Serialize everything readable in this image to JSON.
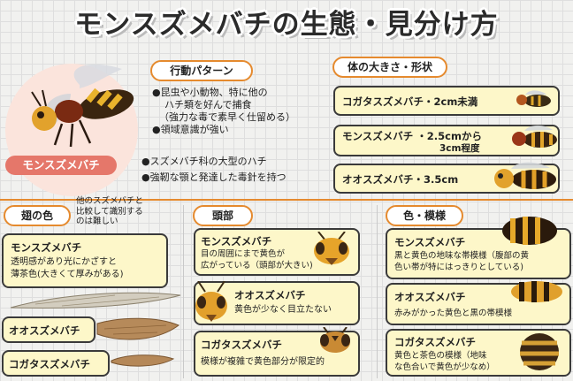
{
  "title": "モンスズメバチの生態・見分け方",
  "hero": {
    "badge": "モンスズメバチ"
  },
  "behavior": {
    "heading": "行動パターン",
    "lines": [
      "●昆虫や小動物、特に他の",
      "ハチ類を好んで捕食",
      "（強力な毒で素早く仕留める）",
      "●領域意識が強い"
    ],
    "traits": [
      "●スズメバチ科の大型のハチ",
      "●強靭な顎と発達した毒針を持つ"
    ]
  },
  "size": {
    "heading": "体の大きさ・形状",
    "rows": [
      "コガタスズメバチ・2cm未満",
      "モンスズメバチ ・2.5cmから",
      "3cm程度",
      "オオスズメバチ・3.5cm"
    ]
  },
  "wing": {
    "heading": "翅の色",
    "note": [
      "他のスズメバチと",
      "比較して識別する",
      "のは難しい"
    ],
    "mon_title": "モンスズメバチ",
    "mon_desc": [
      "透明感があり光にかざすと",
      "薄茶色(大きくて厚みがある)"
    ],
    "oo_label": "オオスズメバチ",
    "kogata_label": "コガタスズメバチ"
  },
  "head": {
    "heading": "頭部",
    "cards": [
      {
        "title": "モンスズメバチ",
        "desc": [
          "目の周囲にまで黄色が",
          "広がっている（頭部が大きい)"
        ]
      },
      {
        "title": "オオスズメバチ",
        "desc": [
          "黄色が少なく目立たない"
        ]
      },
      {
        "title": "コガタスズメバチ",
        "desc": [
          "模様が複雑で黄色部分が限定的"
        ]
      }
    ]
  },
  "pattern": {
    "heading": "色・模様",
    "cards": [
      {
        "title": "モンスズメバチ",
        "desc": [
          "黒と黄色の地味な帯模様（腹部の黄",
          "色い帯が特にはっきりとしている)"
        ]
      },
      {
        "title": "オオスズメバチ",
        "desc": [
          "赤みがかった黄色と黒の帯模様"
        ]
      },
      {
        "title": "コガタスズメバチ",
        "desc": [
          "黄色と茶色の模様（地味",
          "な色合いで黄色が少なめ）"
        ]
      }
    ]
  },
  "colors": {
    "accent": "#e58a2e",
    "box": "#fdf7c9",
    "badge": "#e5776a"
  }
}
